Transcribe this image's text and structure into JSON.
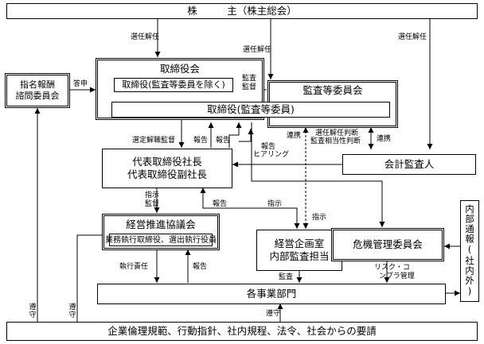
{
  "boxes": {
    "shareholders": "株　　　主（株主総会）",
    "nomination_committee_line1": "指名報酬",
    "nomination_committee_line2": "諮問委員会",
    "board_title": "取締役会",
    "board_directors": "取締役(監査等委員を除く)",
    "board_audit_directors": "取締役(監査等委員)",
    "audit_committee": "監査等委員会",
    "president_line1": "代表取締役社長",
    "president_line2": "代表取締役副社長",
    "accounting_auditor": "会計監査人",
    "management_council": "経営推進協議会",
    "management_council_members": "業務執行取締役、選出執行役員",
    "planning_line1": "経営企画室",
    "planning_line2": "内部監査担当",
    "risk_committee": "危機管理委員会",
    "internal_report": "内部通報(社内外)",
    "business_divisions": "各事業部門",
    "ethics": "企業倫理規範、行動指針、社内規程、法令、社会からの要請"
  },
  "labels": {
    "appoint_dismiss_board": "選任解任",
    "appoint_dismiss_audit": "選任解任",
    "appoint_dismiss_auditor": "選任解任",
    "report_to_board": "答申",
    "audit_supervision_1": "監査",
    "audit_supervision_2": "監督",
    "appoint_supervise": "選定解職監督",
    "report_1": "報告",
    "report_2": "報告",
    "report_3": "報告",
    "report_4": "報告",
    "report_hearing_1": "報告",
    "report_hearing_2": "ヒアリング",
    "cooperation_1": "連携",
    "cooperation_2": "連携",
    "auditor_judgement_1": "選任解任判断",
    "auditor_judgement_2": "監査相当性判断",
    "instruction_supervision_1": "指示",
    "instruction_supervision_2": "監督",
    "instruction_1": "指示",
    "instruction_2": "指示",
    "execution_responsibility": "執行責任",
    "audit": "監査",
    "risk_compliance_1": "リスク・コ",
    "risk_compliance_2": "ンプラ管理",
    "compliance_1": "遵守",
    "compliance_2": "遵守",
    "compliance_3": "遵守"
  }
}
